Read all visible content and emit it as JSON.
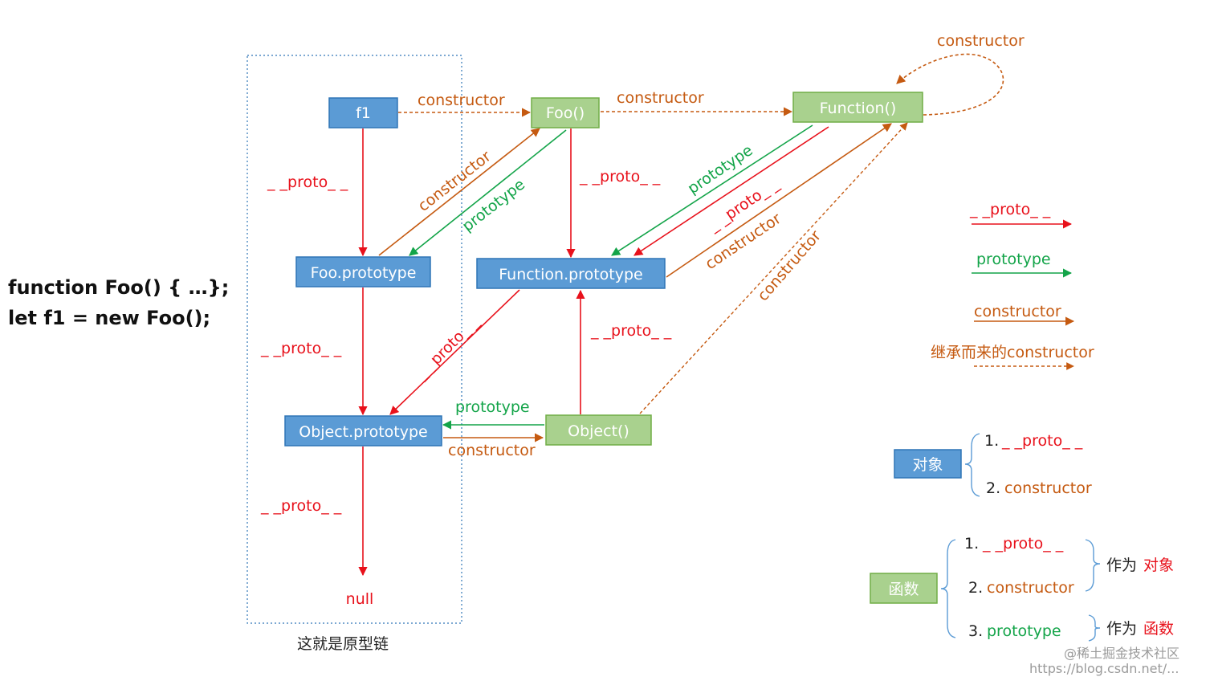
{
  "code": {
    "line1": "function Foo() { …};",
    "line2": "let f1 = new Foo();"
  },
  "nodes": {
    "f1": "f1",
    "foo": "Foo()",
    "function": "Function()",
    "foo_prototype": "Foo.prototype",
    "function_prototype": "Function.prototype",
    "object_prototype": "Object.prototype",
    "object": "Object()",
    "null": "null"
  },
  "labels": {
    "proto": "_ _proto_ _",
    "constructor": "constructor",
    "prototype": "prototype",
    "proto_short": "_ _proto_ _"
  },
  "chain_caption": "这就是原型链",
  "legend": {
    "proto": "_ _proto_ _",
    "prototype": "prototype",
    "constructor": "constructor",
    "inherited_constructor": "继承而来的constructor"
  },
  "object_box": {
    "title": "对象",
    "item1_num": "1.",
    "item1": "_ _proto_ _",
    "item2_num": "2.",
    "item2": "constructor"
  },
  "function_box": {
    "title": "函数",
    "item1_num": "1.",
    "item1": "_ _proto_ _",
    "item2_num": "2.",
    "item2": "constructor",
    "item3_num": "3.",
    "item3": "prototype",
    "as_object_prefix": "作为",
    "as_object": "对象",
    "as_function_prefix": "作为",
    "as_function": "函数"
  },
  "watermark": {
    "line1": "@稀土掘金技术社区",
    "line2": "https://blog.csdn.net/..."
  },
  "colors": {
    "blue_node": "#5b9bd5",
    "blue_border": "#2e75b6",
    "green_node": "#a9d18e",
    "green_border": "#70ad47",
    "proto": "#e8111b",
    "prototype": "#13a449",
    "constructor": "#c55a11"
  }
}
